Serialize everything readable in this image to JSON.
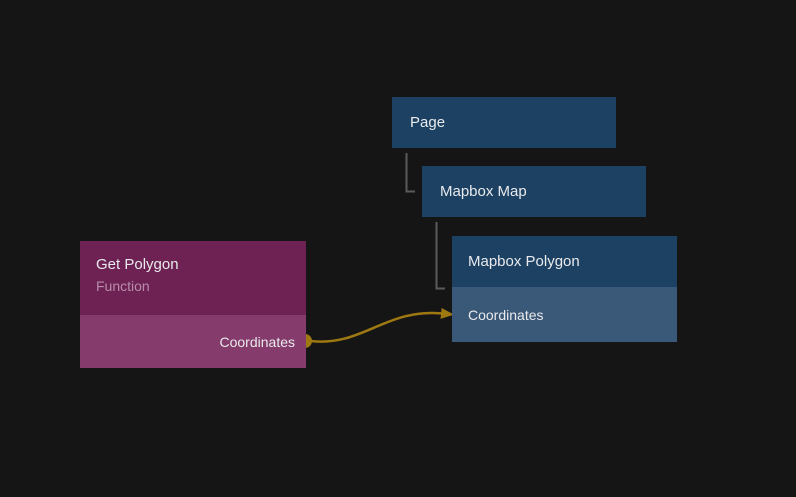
{
  "canvas": {
    "background": "#151515"
  },
  "colors": {
    "canvas-bg": "#151515",
    "visual-node-header": "#1c4163",
    "visual-node-port-row": "#3a5878",
    "function-node-header": "#6e2254",
    "function-node-body": "#853b6b",
    "node-title-text": "#e9eaec",
    "node-subtitle-text": "#b78dab",
    "port-label-text": "#e9eaec",
    "connection": "#9e7911",
    "hierarchy-line": "#5a5a5a"
  },
  "nodes": {
    "page": {
      "title": "Page"
    },
    "mapbox_map": {
      "title": "Mapbox Map"
    },
    "mapbox_polygon": {
      "title": "Mapbox Polygon",
      "ports": [
        {
          "label": "Coordinates",
          "direction": "input"
        }
      ]
    },
    "get_polygon": {
      "title": "Get Polygon",
      "subtitle": "Function",
      "ports": [
        {
          "label": "Coordinates",
          "direction": "output"
        }
      ]
    }
  },
  "hierarchy": [
    {
      "parent": "Page",
      "child": "Mapbox Map"
    },
    {
      "parent": "Mapbox Map",
      "child": "Mapbox Polygon"
    }
  ],
  "connections": [
    {
      "from": "Get Polygon.Coordinates",
      "to": "Mapbox Polygon.Coordinates"
    }
  ]
}
